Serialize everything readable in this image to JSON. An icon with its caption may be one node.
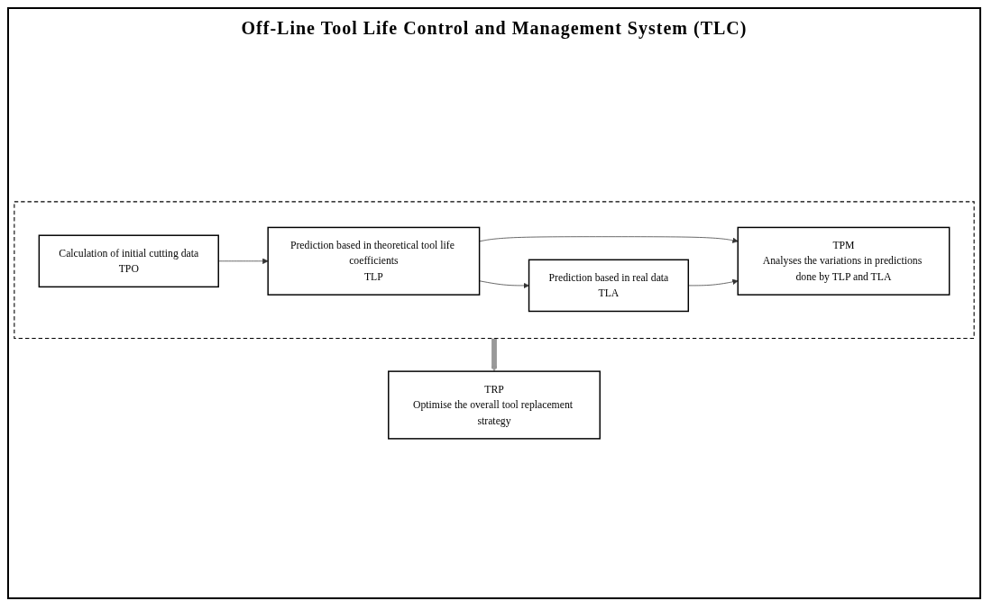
{
  "diagram": {
    "title": "Off-Line Tool Life Control and Management System (TLC)",
    "nodes": [
      {
        "text": [],
        "shape": "box"
      },
      {
        "text": [
          "Calculation of initial cutting data",
          "TPO"
        ],
        "in": 0
      },
      {
        "text": [
          "Prediction based in theoretical tool life coefficients",
          "TLP"
        ],
        "in": 0
      },
      {
        "text": [
          "Prediction based in real data",
          "TLA"
        ],
        "in": 0
      },
      {
        "text": [
          "TPM",
          "Analyses the variations in predictions done by TLP and TLA"
        ],
        "in": 0
      },
      {
        "text": [
          "TRP",
          "Optimise the overall tool replacement strategy"
        ]
      }
    ],
    "edges": [
      {
        "from": 1,
        "to": 2,
        "arrow": "to"
      },
      {
        "from": 2,
        "to": 3,
        "arrow": "to"
      },
      {
        "from": 2,
        "to": 4,
        "arrow": "to"
      },
      {
        "from": 3,
        "to": 4,
        "arrow": "to"
      },
      {
        "from": 0,
        "to": 5,
        "arrow": "to",
        "style": "thick",
        "color": "#999999"
      }
    ]
  }
}
